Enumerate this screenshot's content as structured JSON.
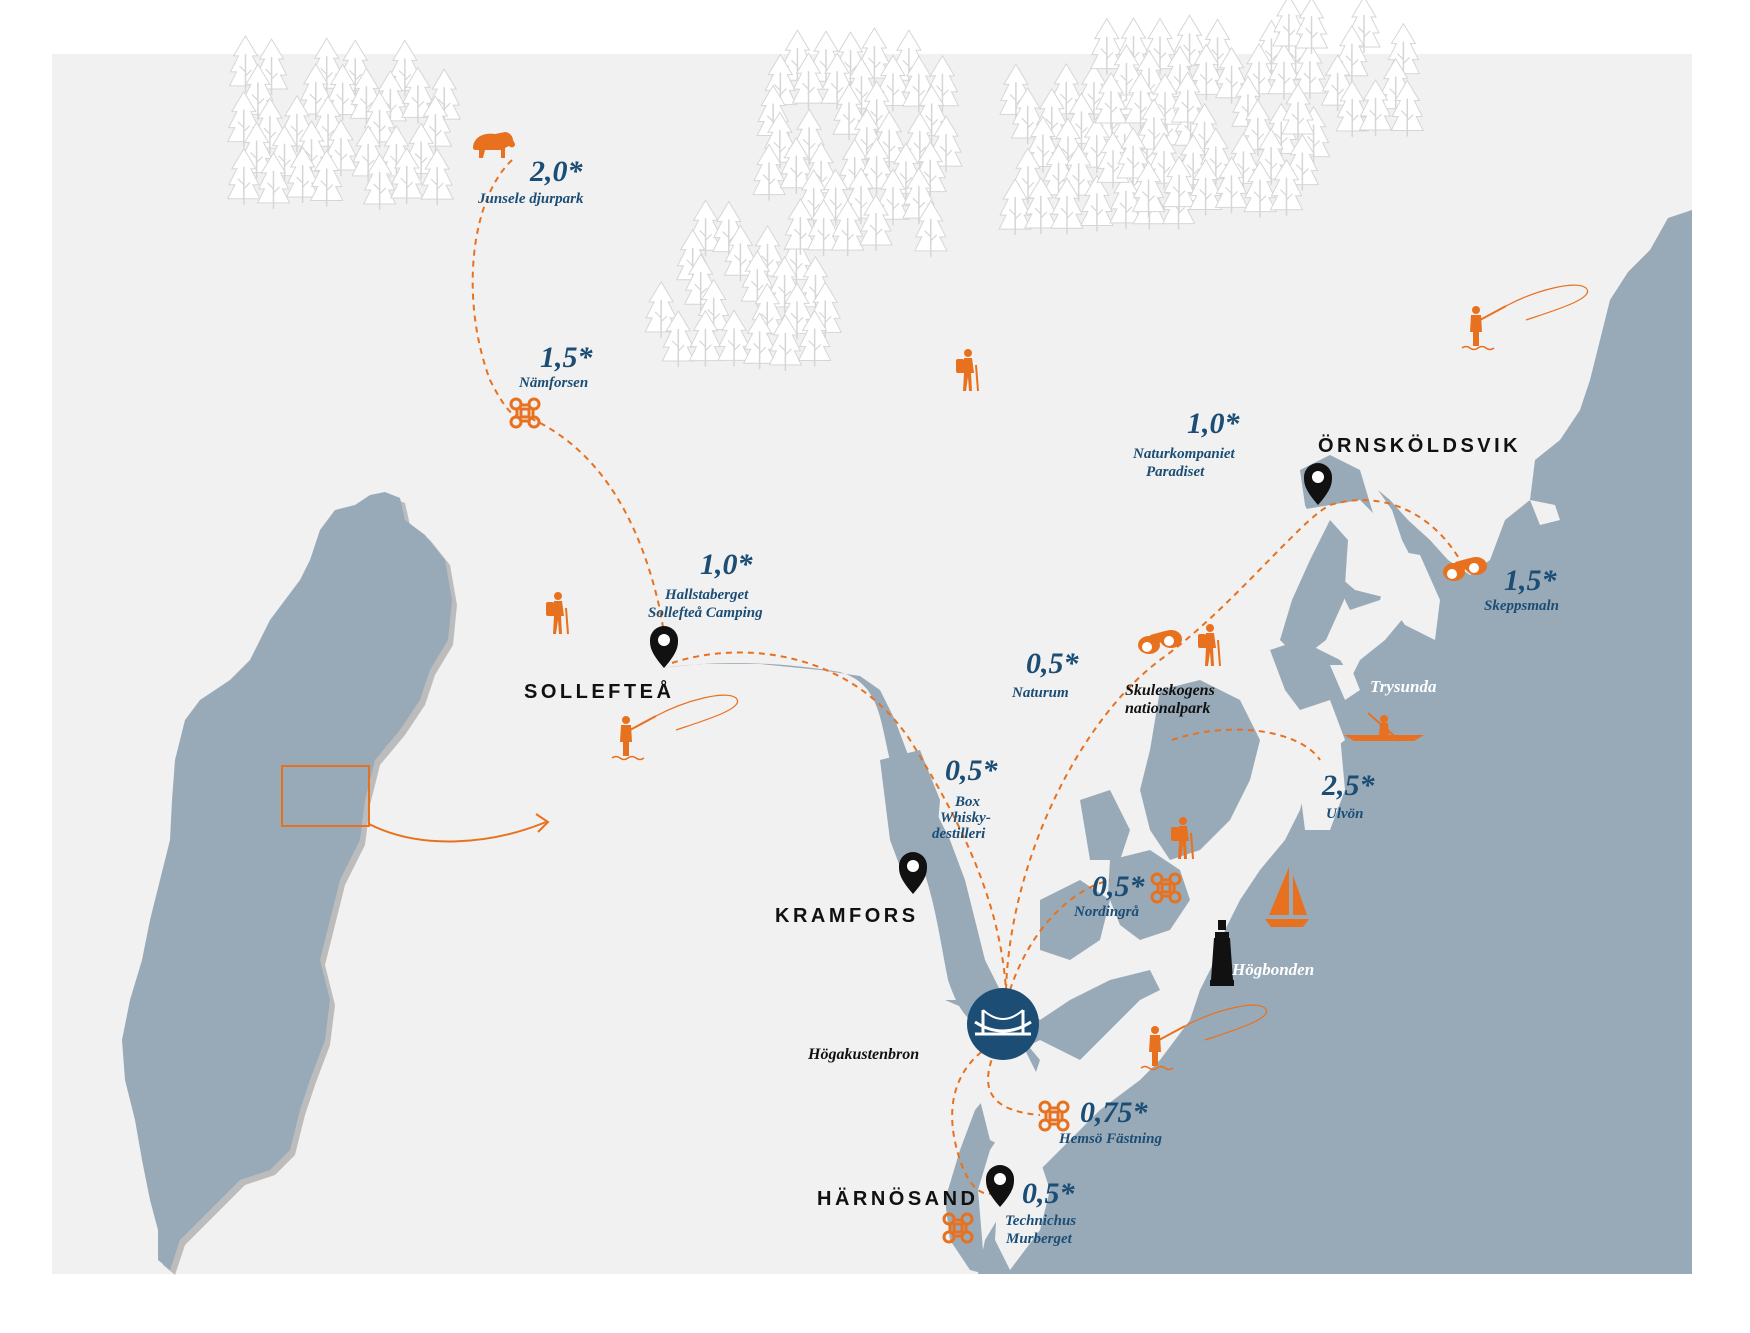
{
  "colors": {
    "land": "#f1f1f1",
    "water": "#98aab8",
    "accent": "#e8711f",
    "text_blue": "#1b4d75",
    "bridge": "#1b4d75",
    "tree": "#ffffff",
    "tree_shadow": "#d8d8d8"
  },
  "cities": [
    {
      "id": "solleftea",
      "name": "SOLLEFTEÅ"
    },
    {
      "id": "kramfors",
      "name": "KRAMFORS"
    },
    {
      "id": "harnosand",
      "name": "HÄRNÖSAND"
    },
    {
      "id": "ornskoldsvik",
      "name": "ÖRNSKÖLDSVIK"
    }
  ],
  "bridge": {
    "name": "Högakustenbron",
    "icon": "bridge-icon"
  },
  "destinations": [
    {
      "id": "junsele",
      "time": "2,0*",
      "lines": [
        "Junsele djurpark"
      ],
      "icon": "bear-icon"
    },
    {
      "id": "namforsen",
      "time": "1,5*",
      "lines": [
        "Nämforsen"
      ],
      "icon": "attraction-icon"
    },
    {
      "id": "hallstaberget",
      "time": "1,0*",
      "lines": [
        "Hallstaberget",
        "Sollefteå Camping"
      ],
      "icon": "pin-icon"
    },
    {
      "id": "box",
      "time": "0,5*",
      "lines": [
        "Box",
        "Whisky-",
        "destilleri"
      ],
      "icon": ""
    },
    {
      "id": "naturum",
      "time": "0,5*",
      "lines": [
        "Naturum"
      ],
      "icon": "binoculars-icon"
    },
    {
      "id": "naturkompaniet",
      "time": "1,0*",
      "lines": [
        "Naturkompaniet",
        "Paradiset"
      ],
      "icon": ""
    },
    {
      "id": "skeppsmaln",
      "time": "1,5*",
      "lines": [
        "Skeppsmaln"
      ],
      "icon": "binoculars-icon"
    },
    {
      "id": "ulvon",
      "time": "2,5*",
      "lines": [
        "Ulvön"
      ],
      "icon": ""
    },
    {
      "id": "nordingra",
      "time": "0,5*",
      "lines": [
        "Nordingrå"
      ],
      "icon": "attraction-icon"
    },
    {
      "id": "henso",
      "time": "0,75*",
      "lines": [
        "Hemsö Fästning"
      ],
      "icon": "attraction-icon"
    },
    {
      "id": "technichus",
      "time": "0,5*",
      "lines": [
        "Technichus",
        "Murberget"
      ],
      "icon": "attraction-icon"
    }
  ],
  "labels": {
    "skuleskogen": [
      "Skuleskogens",
      "nationalpark"
    ],
    "trysunda": "Trysunda",
    "hogbonden": "Högbonden"
  }
}
